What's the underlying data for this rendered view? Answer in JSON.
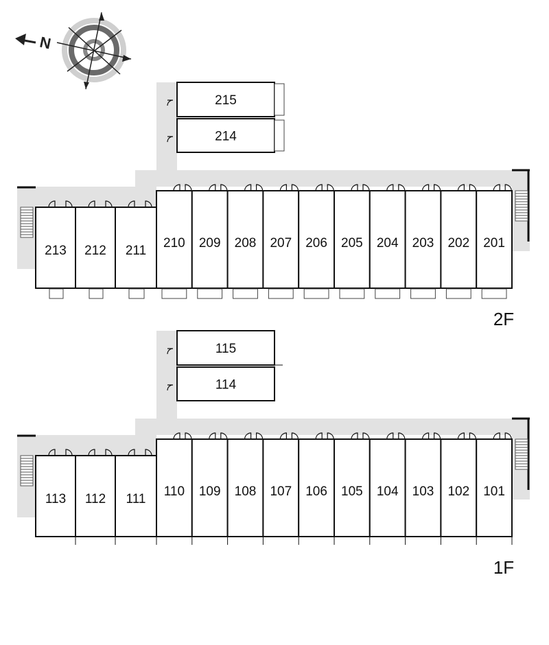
{
  "compass": {
    "north_label": "N",
    "icon": "compass-rose-icon"
  },
  "floors": [
    {
      "id": "2F",
      "label": "2F",
      "units": [
        "215",
        "214",
        "213",
        "212",
        "211",
        "210",
        "209",
        "208",
        "207",
        "206",
        "205",
        "204",
        "203",
        "202",
        "201"
      ]
    },
    {
      "id": "1F",
      "label": "1F",
      "units": [
        "115",
        "114",
        "113",
        "112",
        "111",
        "110",
        "109",
        "108",
        "107",
        "106",
        "105",
        "104",
        "103",
        "102",
        "101"
      ]
    }
  ],
  "colors": {
    "corridor": "#e2e2e2",
    "wall": "#111111",
    "background": "#ffffff"
  }
}
